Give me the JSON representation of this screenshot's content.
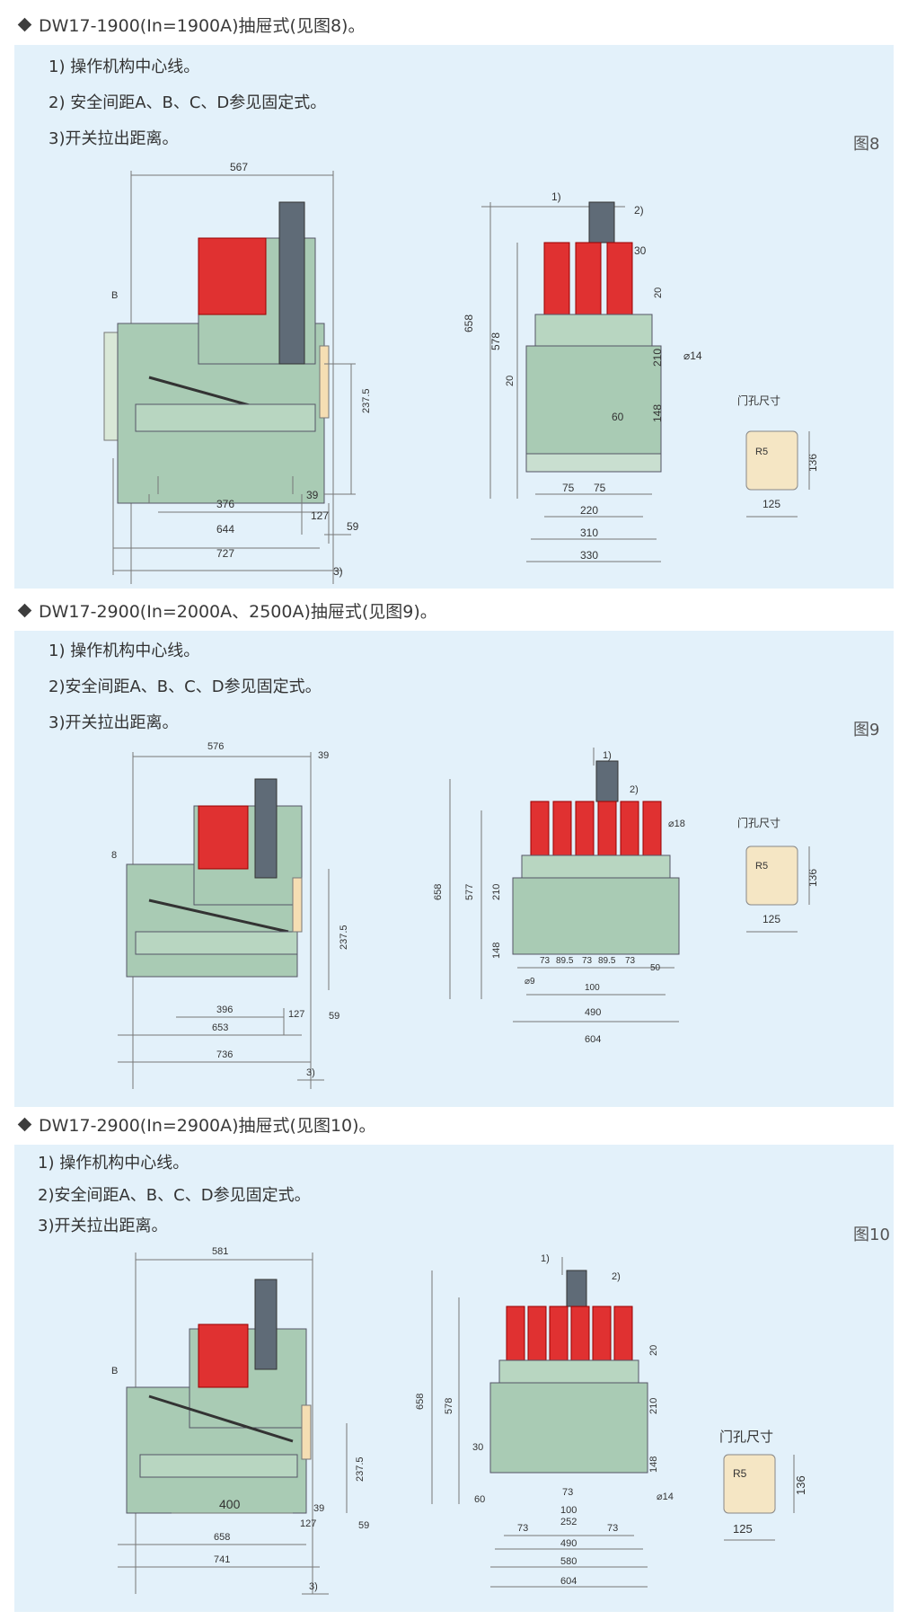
{
  "sections": [
    {
      "heading": "DW17-1900(In=1900A)抽屉式(见图8)。",
      "notes": [
        "1) 操作机构中心线。",
        "2) 安全间距A、B、C、D参见固定式。",
        "3)开关拉出距离。"
      ],
      "figure_label": "图8",
      "side_dims": [
        "567",
        "B",
        "237.5",
        "376",
        "39",
        "127",
        "644",
        "59",
        "727",
        "3)"
      ],
      "front_dims": [
        "1)",
        "2)",
        "30",
        "20",
        "658",
        "578",
        "210",
        "⌀14",
        "20",
        "60",
        "148",
        "75",
        "75",
        "220",
        "310",
        "330"
      ],
      "door": {
        "title": "门孔尺寸",
        "r": "R5",
        "h": "136",
        "w": "125"
      }
    },
    {
      "heading": "DW17-2900(In=2000A、2500A)抽屉式(见图9)。",
      "notes": [
        "1) 操作机构中心线。",
        "2)安全间距A、B、C、D参见固定式。",
        "3)开关拉出距离。"
      ],
      "figure_label": "图9",
      "side_dims": [
        "576",
        "39",
        "8",
        "237.5",
        "396",
        "127",
        "59",
        "653",
        "736",
        "3)"
      ],
      "front_dims": [
        "1)",
        "2)",
        "⌀18",
        "658",
        "577",
        "210",
        "148",
        "73",
        "89.5",
        "73",
        "89.5",
        "73",
        "50",
        "⌀9",
        "100",
        "490",
        "604"
      ],
      "door": {
        "title": "门孔尺寸",
        "r": "R5",
        "h": "136",
        "w": "125"
      }
    },
    {
      "heading": "DW17-2900(In=2900A)抽屉式(见图10)。",
      "notes": [
        "1) 操作机构中心线。",
        "2)安全间距A、B、C、D参见固定式。",
        "3)开关拉出距离。"
      ],
      "figure_label": "图10",
      "side_dims": [
        "581",
        "B",
        "237.5",
        "400",
        "39",
        "127",
        "59",
        "658",
        "741",
        "3)"
      ],
      "front_dims": [
        "1)",
        "2)",
        "20",
        "658",
        "578",
        "210",
        "30",
        "148",
        "73",
        "60",
        "⌀14",
        "100",
        "73",
        "252",
        "73",
        "490",
        "580",
        "604"
      ],
      "door": {
        "title": "门孔尺寸",
        "r": "R5",
        "h": "136",
        "w": "125"
      }
    }
  ]
}
